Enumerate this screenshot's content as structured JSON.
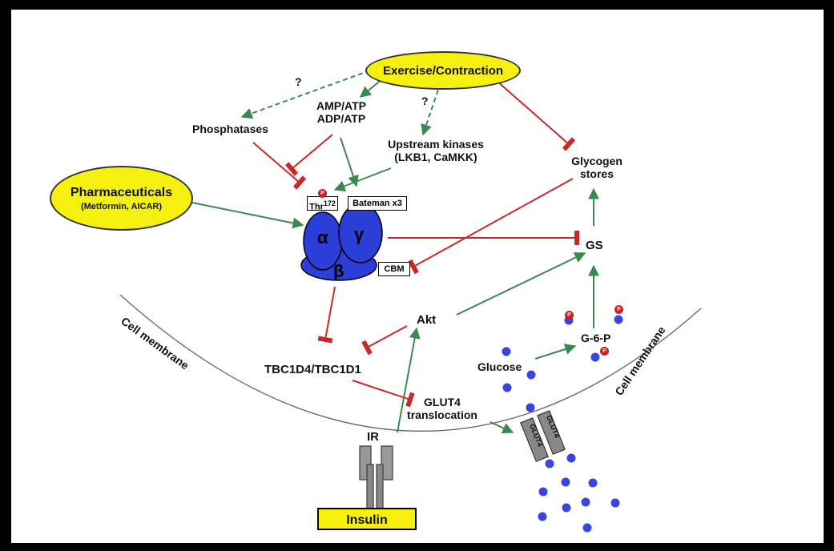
{
  "nodes": {
    "exercise": "Exercise/Contraction",
    "pharma_title": "Pharmaceuticals",
    "pharma_sub": "(Metformin, AICAR)",
    "phosphatases": "Phosphatases",
    "amp_atp": "AMP/ATP",
    "adp_atp": "ADP/ATP",
    "upstream_1": "Upstream kinases",
    "upstream_2": "(LKB1, CaMKK)",
    "glycogen_1": "Glycogen",
    "glycogen_2": "stores",
    "gs": "GS",
    "akt": "Akt",
    "g6p": "G-6-P",
    "glucose": "Glucose",
    "tbc": "TBC1D4/TBC1D1",
    "glut4_1": "GLUT4",
    "glut4_2": "translocation",
    "ir": "IR",
    "insulin": "Insulin",
    "cell_membrane": "Cell membrane",
    "question": "?"
  },
  "ampk": {
    "alpha": "α",
    "gamma": "γ",
    "beta": "β",
    "thr": "Thr",
    "thr_sup": "172",
    "bateman": "Bateman x3",
    "cbm": "CBM",
    "p": "P"
  },
  "glut4_protein": "GLUT4",
  "colors": {
    "activation": "#3a8a50",
    "inhibition": "#c82828",
    "ampk": "#2b3ed8",
    "ellipse": "#f6f00f",
    "glucose": "#3a44e0",
    "phosphate": "#cc2020"
  }
}
